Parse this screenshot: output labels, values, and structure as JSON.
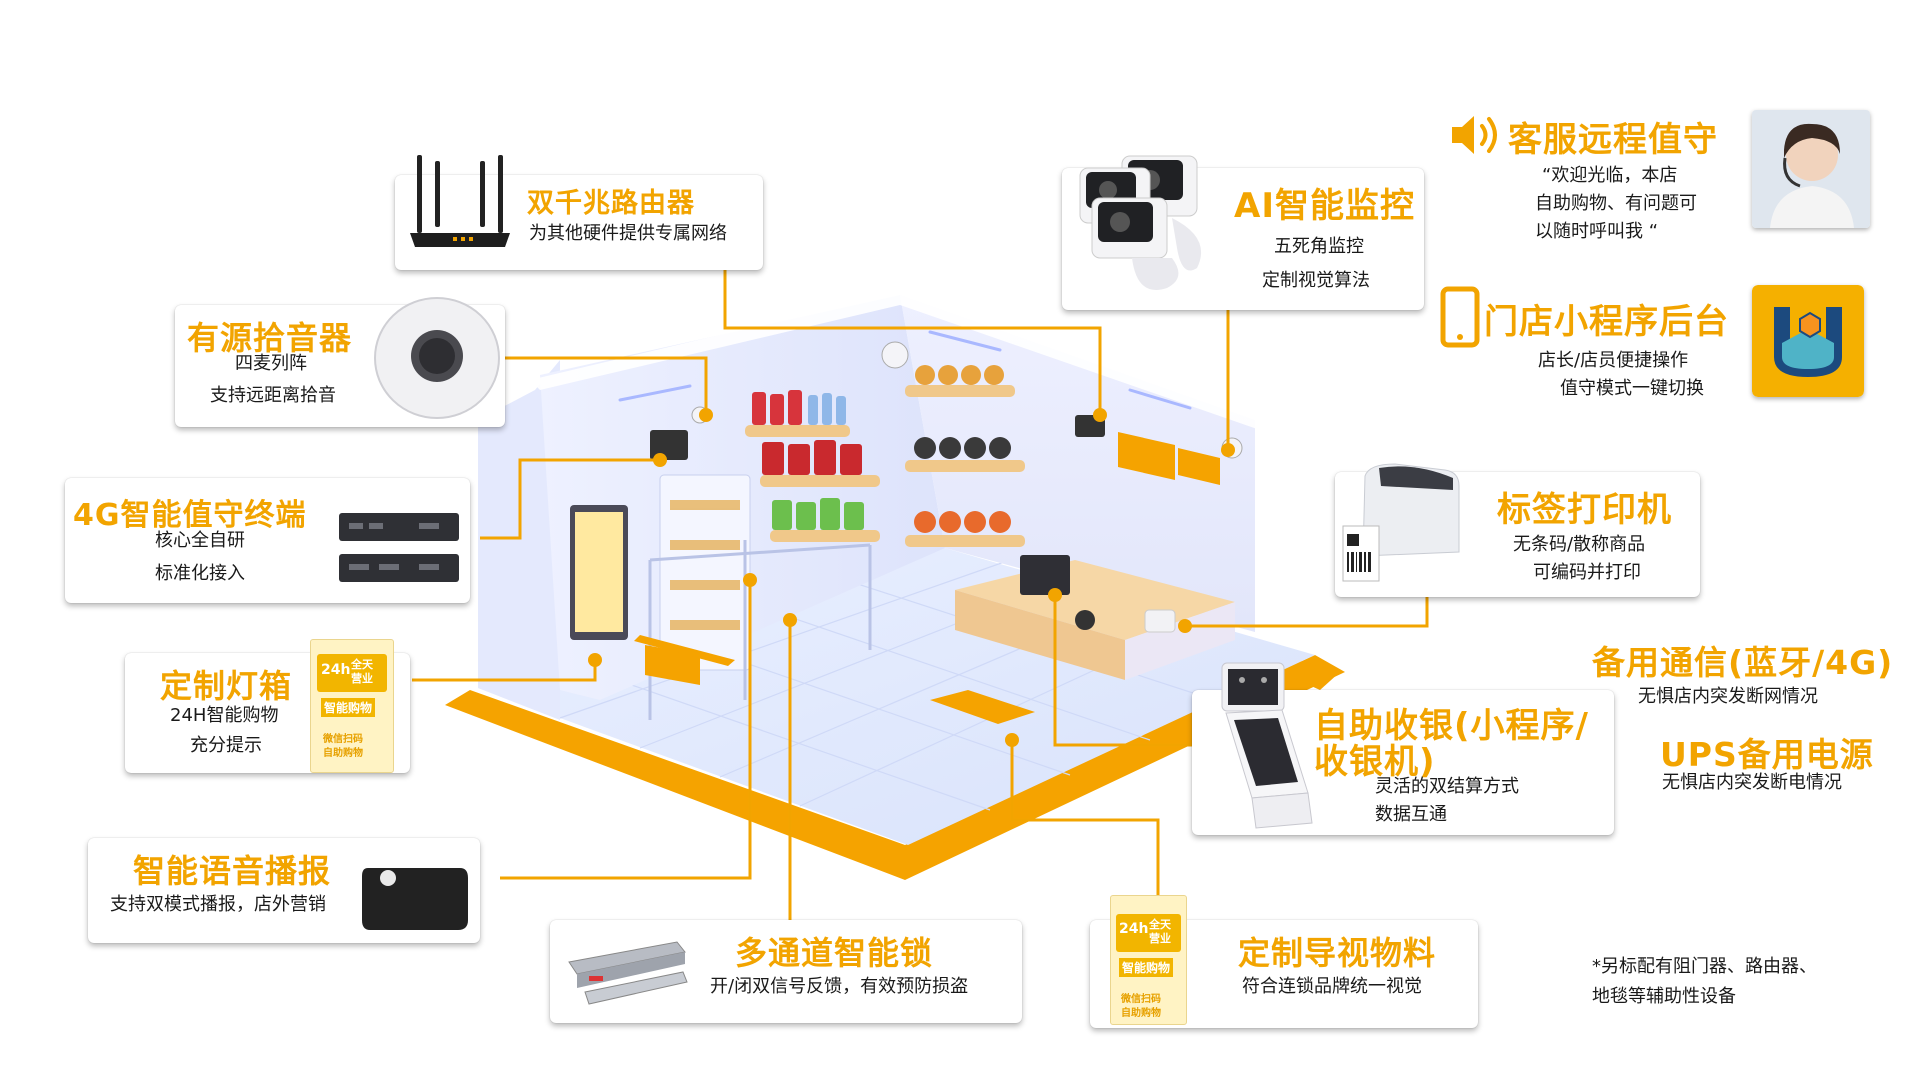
{
  "router": {
    "title": "双千兆路由器",
    "desc": "为其他硬件提供专属网络"
  },
  "pickup": {
    "title": "有源拾音器",
    "desc1": "四麦列阵",
    "desc2": "支持远距离拾音"
  },
  "terminal": {
    "title": "4G智能值守终端",
    "desc1": "核心全自研",
    "desc2": "标准化接入"
  },
  "lightbox": {
    "title": "定制灯箱",
    "desc1": "24H智能购物",
    "desc2": "充分提示"
  },
  "voice": {
    "title": "智能语音播报",
    "desc": "支持双模式播报，店外营销"
  },
  "lock": {
    "title": "多通道智能锁",
    "desc": "开/闭双信号反馈，有效预防损盗"
  },
  "material": {
    "title": "定制导视物料",
    "desc": "符合连锁品牌统一视觉"
  },
  "monitor": {
    "title": "AI智能监控",
    "desc1": "五死角监控",
    "desc2": "定制视觉算法"
  },
  "service": {
    "title": "客服远程值守",
    "desc1": "“欢迎光临，本店",
    "desc2": "自助购物、有问题可",
    "desc3": "以随时呼叫我 “"
  },
  "miniapp": {
    "title": "门店小程序后台",
    "desc1": "店长/店员便捷操作",
    "desc2": "值守模式一键切换"
  },
  "printer": {
    "title": "标签打印机",
    "desc1": "无条码/散称商品",
    "desc2": "可编码并打印"
  },
  "backup": {
    "title": "备用通信(蓝牙/4G)",
    "desc": "无惧店内突发断网情况"
  },
  "ups": {
    "title": "UPS备用电源",
    "desc": "无惧店内突发断电情况"
  },
  "checkout": {
    "title1": "自助收银(小程序/",
    "title2": "收银机)",
    "desc1": "灵活的双结算方式",
    "desc2": "数据互通"
  },
  "poster": {
    "small1": "24h",
    "small2": "全天",
    "small3": "营业",
    "small4": "智能购物",
    "small5": "微信扫码",
    "small6": "自助购物"
  },
  "note": {
    "line1": "*另标配有阻门器、路由器、",
    "line2": "地毯等辅助性设备"
  },
  "colors": {
    "accent": "#f2a400",
    "room": "#dfe6ff",
    "shelf": "#f0c88a"
  }
}
